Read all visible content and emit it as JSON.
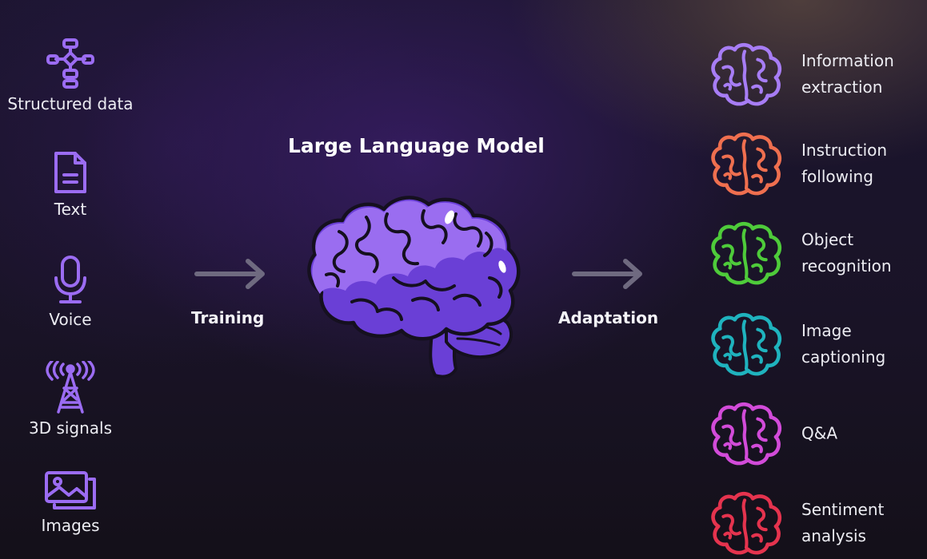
{
  "title": "Large Language Model",
  "stages": {
    "training": "Training",
    "adaptation": "Adaptation"
  },
  "inputs": [
    {
      "label": "Structured data",
      "icon": "flowchart-icon"
    },
    {
      "label": "Text",
      "icon": "document-icon"
    },
    {
      "label": "Voice",
      "icon": "microphone-icon"
    },
    {
      "label": "3D signals",
      "icon": "signal-tower-icon"
    },
    {
      "label": "Images",
      "icon": "images-icon"
    }
  ],
  "outputs": [
    {
      "line1": "Information",
      "line2": "extraction",
      "color": "#a77df5"
    },
    {
      "line1": "Instruction",
      "line2": "following",
      "color": "#ef6f4f"
    },
    {
      "line1": "Object",
      "line2": "recognition",
      "color": "#4ecb3a"
    },
    {
      "line1": "Image",
      "line2": "captioning",
      "color": "#1fb3be"
    },
    {
      "line1": "Q&A",
      "line2": "",
      "color": "#d24bd9"
    },
    {
      "line1": "Sentiment",
      "line2": "analysis",
      "color": "#e5334e"
    }
  ],
  "colors": {
    "input_icon": "#9b6cf2",
    "brain_light": "#9a6df0",
    "brain_dark": "#6a3fd6",
    "arrow": "#6f6a80"
  }
}
